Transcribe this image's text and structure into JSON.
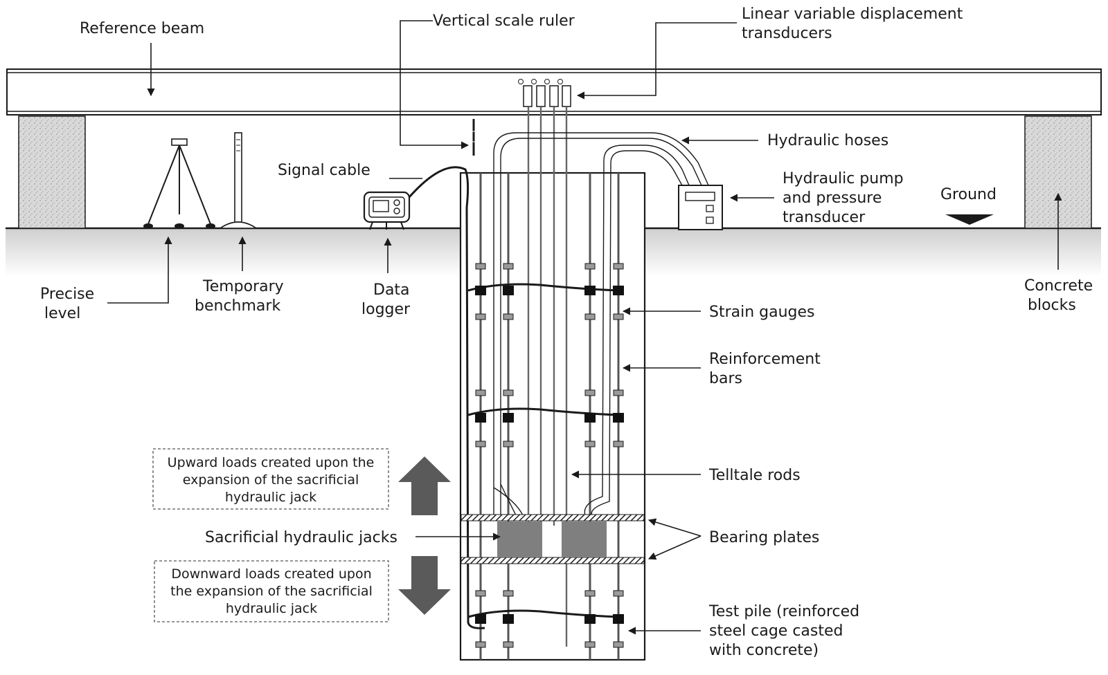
{
  "labels": {
    "reference_beam": "Reference beam",
    "vertical_scale_ruler": "Vertical scale ruler",
    "lvdt_line1": "Linear variable displacement",
    "lvdt_line2": "transducers",
    "hydraulic_hoses": "Hydraulic hoses",
    "signal_cable": "Signal cable",
    "pump_line1": "Hydraulic pump",
    "pump_line2": "and pressure",
    "pump_line3": "transducer",
    "ground": "Ground",
    "precise_level_line1": "Precise",
    "precise_level_line2": "level",
    "temp_benchmark_line1": "Temporary",
    "temp_benchmark_line2": "benchmark",
    "data_logger_line1": "Data",
    "data_logger_line2": "logger",
    "concrete_blocks_line1": "Concrete",
    "concrete_blocks_line2": "blocks",
    "strain_gauges": "Strain gauges",
    "reinforcement_bars_line1": "Reinforcement",
    "reinforcement_bars_line2": "bars",
    "telltale_rods": "Telltale rods",
    "bearing_plates": "Bearing plates",
    "sacrificial_jacks": "Sacrificial hydraulic jacks",
    "upward_line1": "Upward loads created upon the",
    "upward_line2": "expansion of the sacrificial",
    "upward_line3": "hydraulic jack",
    "downward_line1": "Downward loads created upon",
    "downward_line2": "the expansion of the sacrificial",
    "downward_line3": "hydraulic jack",
    "test_pile_line1": "Test pile (reinforced",
    "test_pile_line2": "steel cage casted",
    "test_pile_line3": "with concrete)"
  }
}
